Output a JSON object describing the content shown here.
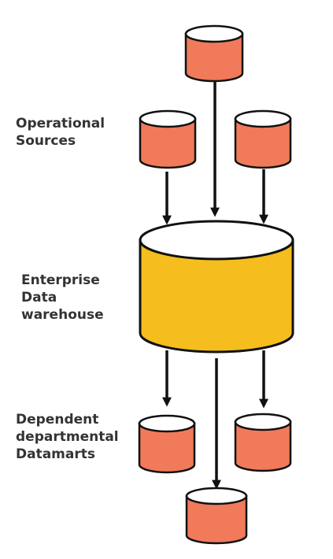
{
  "labels": {
    "operational_sources": [
      "Operational",
      "Sources"
    ],
    "enterprise_dw": [
      "Enterprise",
      "Data",
      "warehouse"
    ],
    "datamarts": [
      "Dependent",
      "departmental",
      "Datamarts"
    ]
  },
  "colors": {
    "source_fill": "#F07A5A",
    "warehouse_fill": "#F5BE1E",
    "top_fill": "#FFFFFF",
    "stroke": "#111111",
    "label_text": "#333333"
  }
}
